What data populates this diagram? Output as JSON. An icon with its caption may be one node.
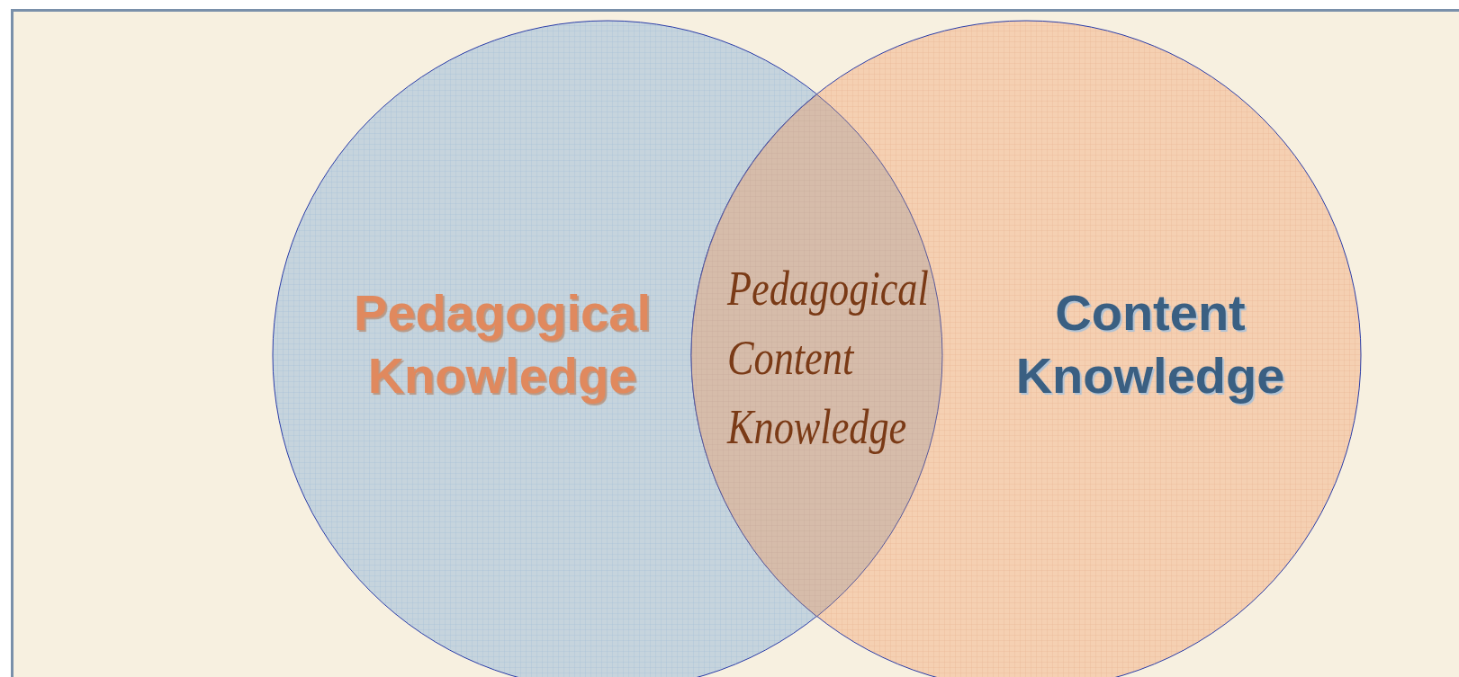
{
  "diagram": {
    "nodes": [
      {
        "text": [
          "Pedagogical Knowledge"
        ]
      },
      {
        "text": [
          "Content Knowledge"
        ]
      },
      {
        "text": [
          "Pedagogical Content Knowledge"
        ]
      }
    ]
  }
}
